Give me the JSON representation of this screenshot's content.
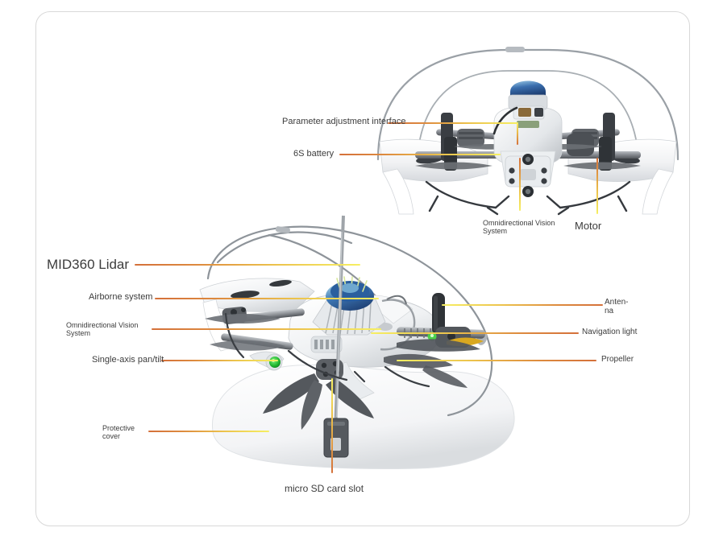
{
  "figure": {
    "title": "",
    "background_color": "#ffffff",
    "frame_color": "#d8d8d8",
    "leader_line_colors": {
      "start": "#d4703a",
      "end": "#f6ef63"
    },
    "label_text_color": "#3c3c3c"
  },
  "views": {
    "top": {
      "name": "front-view-drone",
      "description": ""
    },
    "bottom": {
      "name": "three-quarter-view-drone",
      "description": ""
    }
  },
  "callouts_top_view": [
    {
      "id": "parameter-adjustment-interface",
      "label": "Parameter adjustment interface",
      "side": "left"
    },
    {
      "id": "6s-battery",
      "label": "6S battery",
      "side": "left"
    },
    {
      "id": "omnidirectional-vision-system-top",
      "label": "Omnidirectional Vision\nSystem",
      "side": "below"
    },
    {
      "id": "motor",
      "label": "Motor",
      "side": "below"
    }
  ],
  "callouts_bottom_view": [
    {
      "id": "mid360-lidar",
      "label": "MID360 Lidar",
      "side": "left"
    },
    {
      "id": "airborne-system",
      "label": "Airborne system",
      "side": "left"
    },
    {
      "id": "omnidirectional-vision-system-bottom",
      "label": "Omnidirectional Vision\nSystem",
      "side": "left"
    },
    {
      "id": "single-axis-pan-tilt",
      "label": "Single-axis pan/tilt",
      "side": "left"
    },
    {
      "id": "protective-cover",
      "label": "Protective\ncover",
      "side": "left"
    },
    {
      "id": "antenna",
      "label": "Anten-\nna",
      "side": "right"
    },
    {
      "id": "navigation-light",
      "label": "Navigation light",
      "side": "right"
    },
    {
      "id": "propeller",
      "label": "Propeller",
      "side": "right"
    },
    {
      "id": "micro-sd-card-slot",
      "label": "micro SD card slot",
      "side": "below"
    }
  ],
  "label_sizes": {
    "mid360_lidar": "17px",
    "motor": "13px",
    "micro_sd": "12px",
    "standard": "11px",
    "small": "9px"
  },
  "component_colors": {
    "body_white": "#f4f5f6",
    "body_shadow": "#c9ccd0",
    "arm_grey": "#8d9196",
    "dark_grey": "#4b4f54",
    "cage_grey": "#9aa0a6",
    "lidar_blue": "#2f62a8",
    "lidar_dome_light": "#7fb2d8",
    "gimbal_green": "#29c23b",
    "nav_light_green": "#4cd14a",
    "propeller_dark": "#54585d"
  }
}
